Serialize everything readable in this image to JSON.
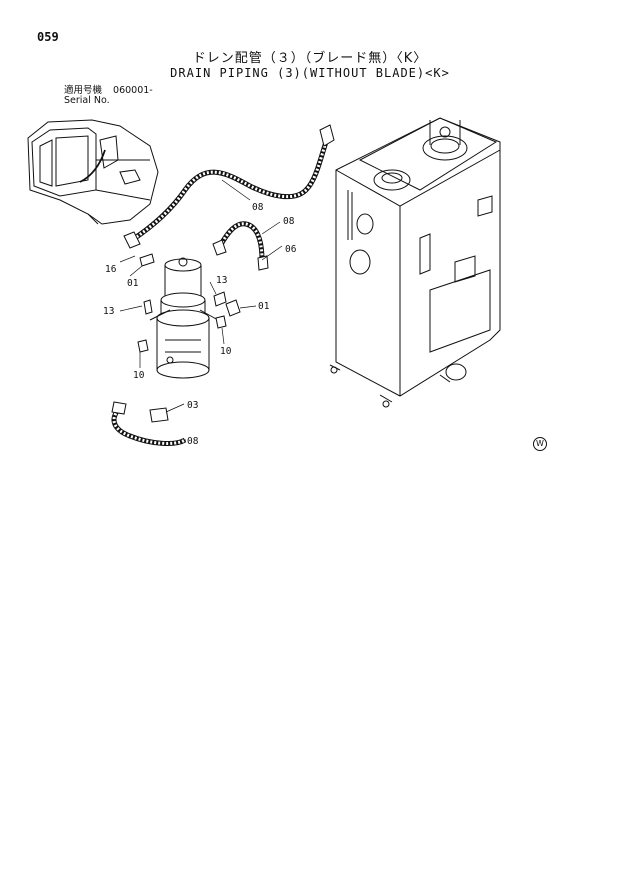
{
  "page_number": "059",
  "title_jp": "ドレン配管（３）（ブレード無）〈K〉",
  "title_en": "DRAIN PIPING (3)(WITHOUT BLADE)<K>",
  "serial": {
    "label_jp": "適用号機",
    "label_en": "Serial No.",
    "value": "060001-"
  },
  "callouts": {
    "c16": "16",
    "c01a": "01",
    "c13a": "13",
    "c10a": "10",
    "c08a": "08",
    "c08b": "08",
    "c06": "06",
    "c13b": "13",
    "c01b": "01",
    "c10b": "10",
    "c03": "03",
    "c08c": "08"
  },
  "marker": "W"
}
